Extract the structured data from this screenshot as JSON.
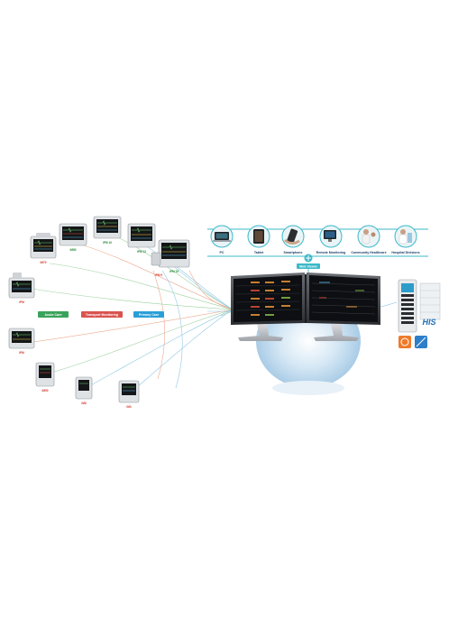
{
  "colors": {
    "acute_care": "#3aa35b",
    "transport_monitoring": "#d9534f",
    "primary_care": "#2a9fd6",
    "accent_teal": "#3bb9c9",
    "glow": "#bcd9ee"
  },
  "categories": [
    {
      "label": "PC",
      "icon": "laptop-icon"
    },
    {
      "label": "Tablet",
      "icon": "tablet-icon"
    },
    {
      "label": "Smartphone",
      "icon": "smartphone-icon"
    },
    {
      "label": "Remote Monitoring",
      "icon": "remote-monitoring-icon"
    },
    {
      "label": "Community Healthcare",
      "icon": "community-healthcare-icon"
    },
    {
      "label": "Hospital Divisions",
      "icon": "hospital-divisions-icon"
    }
  ],
  "care_pills": [
    {
      "label": "Acute Care"
    },
    {
      "label": "Transport Monitoring"
    },
    {
      "label": "Primary Care"
    }
  ],
  "monitor_labels": [
    "iM70",
    "iM80",
    "iPM 10",
    "iPM 12",
    "iPM 15",
    "iPM 9",
    "iPM",
    "iPM",
    "iM50",
    "iM8",
    "iM3"
  ],
  "web_viewer": "Web Viewer",
  "his_label": "HIS"
}
